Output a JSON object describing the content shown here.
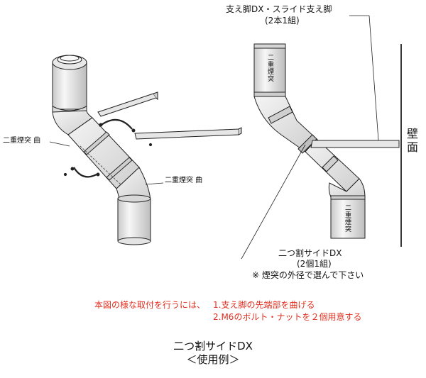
{
  "left_diagram": {
    "label_elbow_top": "二重煙突 曲",
    "label_elbow_bottom": "二重煙突 曲"
  },
  "right_diagram": {
    "support_title": "支え脚DX・スライド支え脚",
    "support_subtitle": "(2本1組)",
    "pipe_label_top": "二重煙突",
    "pipe_label_bottom": "二重煙突",
    "wall_label": "壁面",
    "clamp_title": "二つ割サイドDX",
    "clamp_subtitle": "(2個1組)",
    "note": "※ 煙突の外径で選んで下さい"
  },
  "instructions": {
    "lead": "本図の様な取付を行うには、",
    "step1": "1.支え脚の先端部を曲げる",
    "step2": "2.M6のボルト・ナットを２個用意する"
  },
  "caption": {
    "title": "二つ割サイドDX",
    "subtitle": "＜使用例＞"
  },
  "colors": {
    "line": "#222222",
    "pipe_fill": "#f2f2f2",
    "pipe_shade": "#d4d4d4",
    "instruction_red": "#e03020"
  }
}
